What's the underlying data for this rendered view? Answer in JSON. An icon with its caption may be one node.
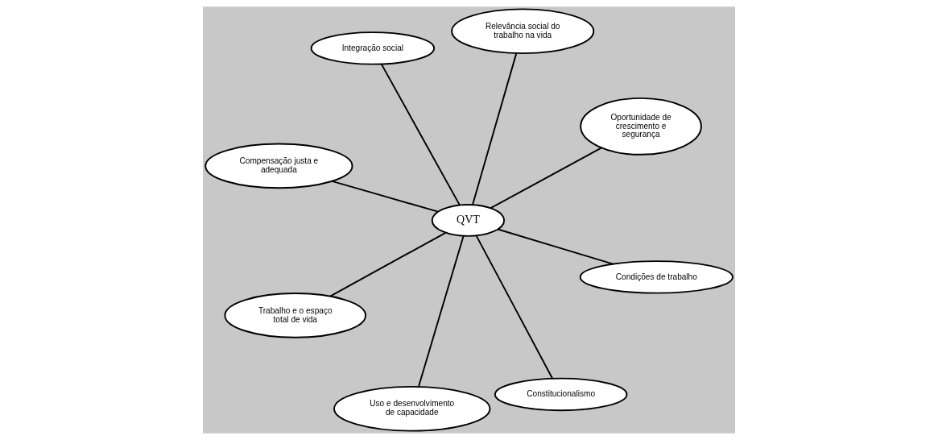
{
  "diagram": {
    "nodes": [
      {
        "text": [
          "Compensação justa e adequada"
        ]
      },
      {
        "text": [
          "Oportunidade de crescimento e segurança"
        ]
      },
      {
        "text": [
          "Constitucionalismo"
        ]
      },
      {
        "text": [
          "Relevância social do trabalho na vida"
        ]
      },
      {
        "text": [
          "QVT"
        ]
      },
      {
        "text": [
          "Integração social"
        ]
      },
      {
        "text": [
          "Trabalho e o espaço total de vida"
        ]
      },
      {
        "text": [
          "Condições de trabalho"
        ]
      },
      {
        "text": [
          "Uso e desenvolvimento de capacidade"
        ]
      }
    ],
    "edges": [
      {
        "from": 0,
        "to": 4,
        "arrow": "none"
      },
      {
        "from": 1,
        "to": 4,
        "arrow": "none"
      },
      {
        "from": 2,
        "to": 4,
        "arrow": "none"
      },
      {
        "from": 3,
        "to": 4,
        "arrow": "none"
      },
      {
        "from": 5,
        "to": 4,
        "arrow": "none"
      },
      {
        "from": 6,
        "to": 4,
        "arrow": "none"
      },
      {
        "from": 7,
        "to": 4,
        "arrow": "none"
      },
      {
        "from": 8,
        "to": 4,
        "arrow": "none"
      }
    ]
  }
}
